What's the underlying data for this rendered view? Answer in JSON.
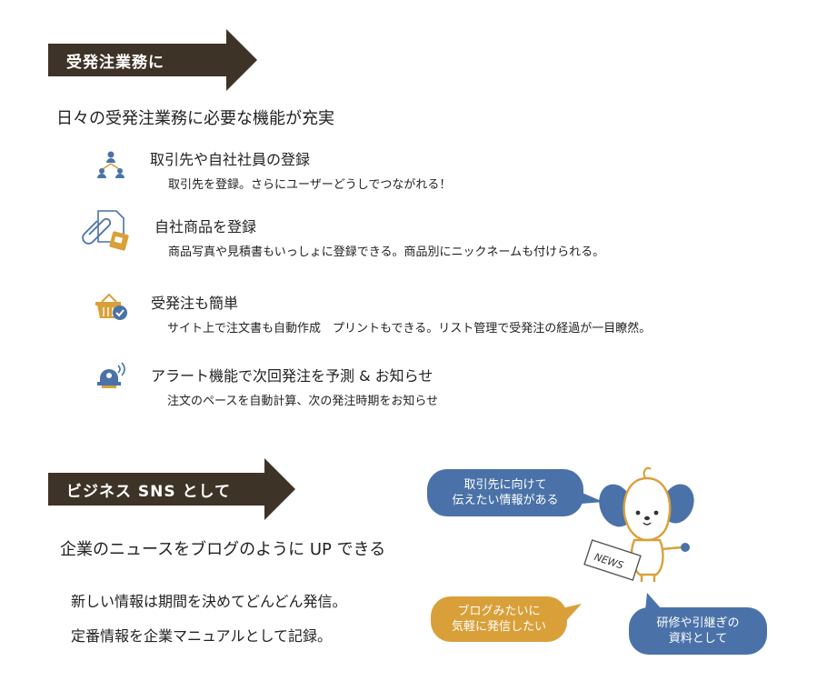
{
  "section1": {
    "banner": "受発注業務に",
    "lead": "日々の受発注業務に必要な機能が充実",
    "features": [
      {
        "icon": "people-network-icon",
        "title": "取引先や自社社員の登録",
        "desc": "取引先を登録。さらにユーザーどうしでつながれる！"
      },
      {
        "icon": "product-clip-icon",
        "title": "自社商品を登録",
        "desc": "商品写真や見積書もいっしょに登録できる。商品別にニックネームも付けられる。"
      },
      {
        "icon": "basket-check-icon",
        "title": "受発注も簡単",
        "desc": "サイト上で注文書も自動作成　プリントもできる。リスト管理で受発注の経過が一目瞭然。"
      },
      {
        "icon": "alert-bell-icon",
        "title": "アラート機能で次回発注を予測 & お知らせ",
        "desc": "注文のペースを自動計算、次の発注時期をお知らせ"
      }
    ]
  },
  "section2": {
    "banner": "ビジネス SNS として",
    "lead": "企業のニュースをブログのように UP できる",
    "lines": [
      "新しい情報は期間を決めてどんどん発信。",
      "定番情報を企業マニュアルとして記録。"
    ]
  },
  "bubbles": {
    "top": [
      "取引先に向けて",
      "伝えたい情報がある"
    ],
    "orange": [
      "ブログみたいに",
      "気軽に発信したい"
    ],
    "bottom": [
      "研修や引継ぎの",
      "資料として"
    ]
  },
  "mascot": {
    "paper_text": "NEWS"
  },
  "colors": {
    "banner": "#3d3326",
    "blue": "#4a72a8",
    "orange": "#d9a03a"
  }
}
